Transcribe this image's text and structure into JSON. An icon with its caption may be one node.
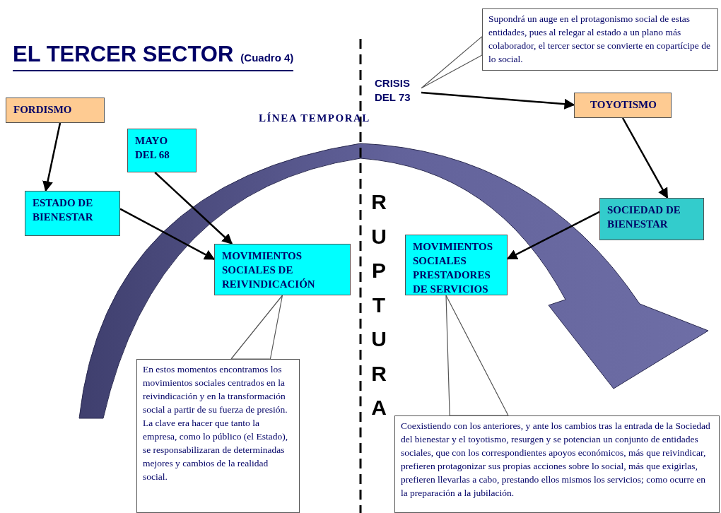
{
  "diagram": {
    "title": "EL TERCER SECTOR",
    "nodes": [
      {
        "text": [
          "FORDISMO"
        ]
      },
      {
        "text": [
          "MAYO DEL 68"
        ]
      },
      {
        "text": [
          "ESTADO DE BIENESTAR"
        ]
      },
      {
        "text": [
          "MOVIMIENTOS SOCIALES DE REIVINDICACIÓN"
        ]
      },
      {
        "text": [
          "CRISIS DEL 73"
        ]
      },
      {
        "text": [
          "Supondrá un auge en el protagonismo social de estas entidades, pues al relegar al estado a un plano más colaborador, el tercer sector se convierte en copartícipe de lo social."
        ]
      },
      {
        "text": [
          "TOYOTISMO"
        ]
      },
      {
        "text": [
          "SOCIEDAD DE BIENESTAR"
        ]
      },
      {
        "text": [
          "MOVIMIENTOS SOCIALES PRESTADORES DE SERVICIOS"
        ]
      },
      {
        "text": [
          "En estos momentos encontramos los movimientos sociales centrados en la reivindicación y en la transformación social a partir de su fuerza de presión. La clave era hacer que tanto la empresa, como lo público (el Estado), se responsabilizaran de determinadas mejores y cambios de la realidad social."
        ]
      },
      {
        "text": [
          "Coexistiendo con los anteriores, y ante los cambios tras la entrada de la Sociedad del bienestar y el toyotismo, resurgen y se potencian un conjunto de entidades sociales, que con los correspondientes apoyos económicos, más que reivindicar, prefieren protagonizar sus propias acciones sobre lo social, más que exigirlas, prefieren llevarlas a cabo, prestando ellos mismos los servicios; como ocurre en la preparación a la jubilación."
        ]
      }
    ],
    "edges": [
      {
        "from": 0,
        "to": 2,
        "arrow": "to"
      },
      {
        "from": 1,
        "to": 3,
        "arrow": "to"
      },
      {
        "from": 2,
        "to": 3,
        "arrow": "to"
      },
      {
        "from": 4,
        "to": 6,
        "arrow": "to"
      },
      {
        "from": 6,
        "to": 7,
        "arrow": "to"
      },
      {
        "from": 7,
        "to": 8,
        "arrow": "to"
      },
      {
        "from": 5,
        "to": 4,
        "arrow": "none"
      },
      {
        "from": 9,
        "to": 3,
        "arrow": "none"
      },
      {
        "from": 10,
        "to": 8,
        "arrow": "none"
      }
    ],
    "labels": [
      "(Cuadro 4)",
      "LÍNEA TEMPORAL",
      "RUPTURA"
    ]
  }
}
